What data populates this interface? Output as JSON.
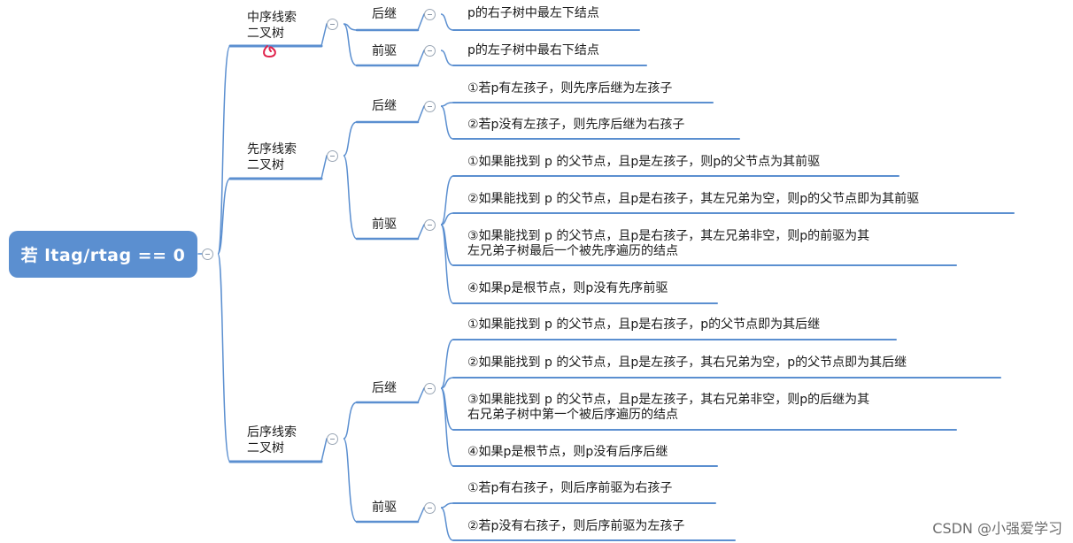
{
  "root": {
    "label": "若 ltag/rtag == 0"
  },
  "branches": [
    {
      "label_lines": [
        "中序线索",
        "二叉树"
      ],
      "children": [
        {
          "label": "后继",
          "leaves": [
            {
              "lines": [
                "p的右子树中最左下结点"
              ]
            }
          ]
        },
        {
          "label": "前驱",
          "leaves": [
            {
              "lines": [
                "p的左子树中最右下结点"
              ]
            }
          ]
        }
      ]
    },
    {
      "label_lines": [
        "先序线索",
        "二叉树"
      ],
      "children": [
        {
          "label": "后继",
          "leaves": [
            {
              "lines": [
                "①若p有左孩子，则先序后继为左孩子"
              ]
            },
            {
              "lines": [
                "②若p没有左孩子，则先序后继为右孩子"
              ]
            }
          ]
        },
        {
          "label": "前驱",
          "leaves": [
            {
              "lines": [
                "①如果能找到 p 的父节点，且p是左孩子，则p的父节点为其前驱"
              ]
            },
            {
              "lines": [
                "②如果能找到 p 的父节点，且p是右孩子，其左兄弟为空，则p的父节点即为其前驱"
              ]
            },
            {
              "lines": [
                "③如果能找到 p 的父节点，且p是右孩子，其左兄弟非空，则p的前驱为其",
                "左兄弟子树最后一个被先序遍历的结点"
              ]
            },
            {
              "lines": [
                "④如果p是根节点，则p没有先序前驱"
              ]
            }
          ]
        }
      ]
    },
    {
      "label_lines": [
        "后序线索",
        "二叉树"
      ],
      "children": [
        {
          "label": "后继",
          "leaves": [
            {
              "lines": [
                "①如果能找到 p 的父节点，且p是右孩子，p的父节点即为其后继"
              ]
            },
            {
              "lines": [
                "②如果能找到 p 的父节点，且p是左孩子，其右兄弟为空，p的父节点即为其后继"
              ]
            },
            {
              "lines": [
                "③如果能找到 p 的父节点，且p是左孩子，其右兄弟非空，则p的后继为其",
                "右兄弟子树中第一个被后序遍历的结点"
              ]
            },
            {
              "lines": [
                "④如果p是根节点，则p没有后序后继"
              ]
            }
          ]
        },
        {
          "label": "前驱",
          "leaves": [
            {
              "lines": [
                "①若p有右孩子，则后序前驱为右孩子"
              ]
            },
            {
              "lines": [
                "②若p没有右孩子，则后序前驱为左孩子"
              ]
            }
          ]
        }
      ]
    }
  ],
  "watermark": "CSDN @小强爱学习",
  "colors": {
    "line": "#5b8fd0",
    "root_fill": "#5b8fd0",
    "mark": "#e0204a"
  }
}
